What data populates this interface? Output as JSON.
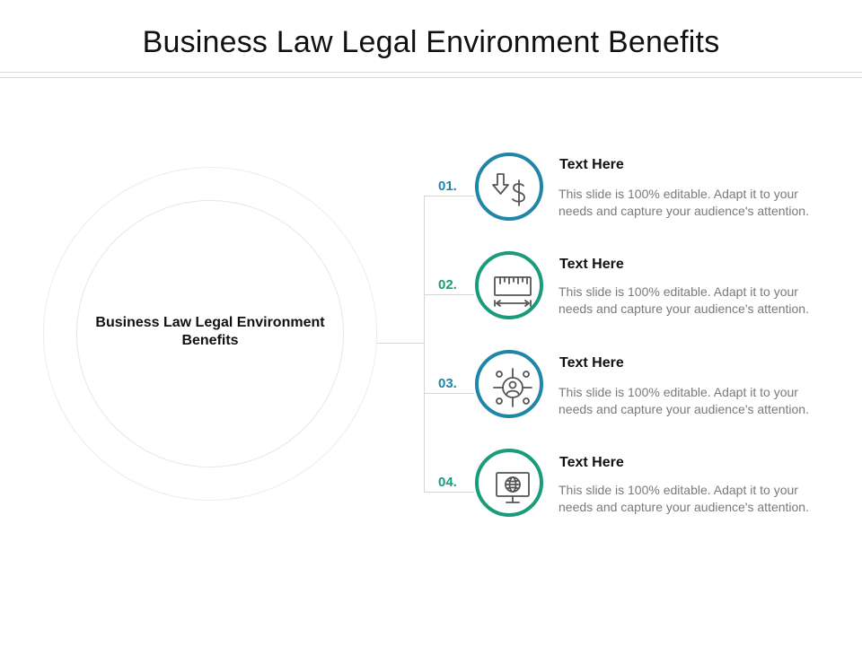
{
  "title": "Business Law Legal Environment Benefits",
  "center_label": "Business Law Legal Environment Benefits",
  "colors": {
    "blue": "#1f86a8",
    "green": "#1a9b7b",
    "connector": "#d6d6d6",
    "body_text": "#7a7a7a"
  },
  "items": [
    {
      "number": "01.",
      "heading": "Text Here",
      "body": "This slide is 100% editable. Adapt it to your needs and capture your audience's attention.",
      "icon": "money-transfer-icon",
      "color": "#1f86a8"
    },
    {
      "number": "02.",
      "heading": "Text Here",
      "body": "This slide is 100% editable. Adapt it to your needs and capture your audience's attention.",
      "icon": "ruler-measure-icon",
      "color": "#1a9b7b"
    },
    {
      "number": "03.",
      "heading": "Text Here",
      "body": "This slide is 100% editable. Adapt it to your needs and capture your audience's attention.",
      "icon": "user-network-icon",
      "color": "#1f86a8"
    },
    {
      "number": "04.",
      "heading": "Text Here",
      "body": "This slide is 100% editable. Adapt it to your needs and capture your audience's attention.",
      "icon": "monitor-globe-icon",
      "color": "#1a9b7b"
    }
  ]
}
